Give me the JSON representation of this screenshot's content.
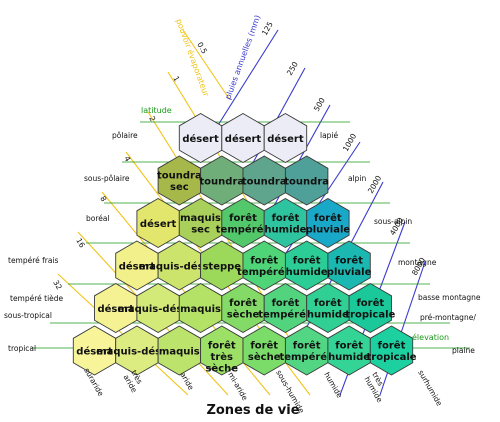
{
  "title": "Zones de vie",
  "axes": {
    "evap": "pouvoir évaporateur",
    "rain": "pluies annuelles (mm)",
    "latitude": "latitude",
    "elevation": "élevation"
  },
  "colors": {
    "evap_line": "#f0c419",
    "rain_line": "#3a3ad0",
    "green_label": "#1a9a1a",
    "hex_stroke": "#3a3a3a"
  },
  "evap_ticks": [
    "0.5",
    "1",
    "2",
    "4",
    "8",
    "16",
    "32"
  ],
  "rain_ticks": [
    "125",
    "250",
    "500",
    "1000",
    "2000",
    "4000",
    "8000"
  ],
  "latitude_zones": [
    "pôlaire",
    "sous-pôlaire",
    "boréal",
    "tempéré frais",
    "tempéré tiède",
    "sous-tropical",
    "tropical"
  ],
  "altitude_zones": [
    "lapié",
    "alpin",
    "sous-alpin",
    "montagne",
    "basse  montagne",
    "pré-montagne/",
    "plaine"
  ],
  "humidity_zones": [
    "suraride",
    "très aride",
    "aride",
    "mi-aride",
    "sous-humide",
    "humide",
    "très humide",
    "surhumide"
  ],
  "hex_rows": [
    [
      {
        "label": "désert",
        "color": "#ececf6"
      },
      {
        "label": "désert",
        "color": "#ececf6"
      },
      {
        "label": "désert",
        "color": "#ececf6"
      }
    ],
    [
      {
        "label": "toundra sec",
        "color": "#a6b84a"
      },
      {
        "label": "toundra",
        "color": "#6fae78"
      },
      {
        "label": "toundra",
        "color": "#5fa48c"
      },
      {
        "label": "toundra",
        "color": "#4fa098"
      }
    ],
    [
      {
        "label": "désert",
        "color": "#e3e66c"
      },
      {
        "label": "maquis sec",
        "color": "#a9d05a"
      },
      {
        "label": "forêt tempérée",
        "color": "#52c86a"
      },
      {
        "label": "forêt humide",
        "color": "#2fc4a0"
      },
      {
        "label": "forêt pluviale",
        "color": "#1aa8c8"
      }
    ],
    [
      {
        "label": "désert",
        "color": "#f2f08a"
      },
      {
        "label": "maquis-désert",
        "color": "#cce46c"
      },
      {
        "label": "steppe",
        "color": "#9cd85a"
      },
      {
        "label": "forêt tempérée",
        "color": "#50d478"
      },
      {
        "label": "forêt humide",
        "color": "#2ccc96"
      },
      {
        "label": "forêt pluviale",
        "color": "#1ab8b0"
      }
    ],
    [
      {
        "label": "désert",
        "color": "#f5f294"
      },
      {
        "label": "maquis-désert",
        "color": "#d4ea78"
      },
      {
        "label": "maquis",
        "color": "#b4e266"
      },
      {
        "label": "forêt sèche",
        "color": "#84da66"
      },
      {
        "label": "forêt tempérée",
        "color": "#52d47e"
      },
      {
        "label": "forêt humide",
        "color": "#30d094"
      },
      {
        "label": "forêt tropicale",
        "color": "#1ac89a"
      }
    ],
    [
      {
        "label": "désert",
        "color": "#f7f49a"
      },
      {
        "label": "maquis-désert",
        "color": "#dcec80"
      },
      {
        "label": "maquis",
        "color": "#bce46c"
      },
      {
        "label": "forêt très sèche",
        "color": "#9ce066"
      },
      {
        "label": "forêt sèche",
        "color": "#7cdc6a"
      },
      {
        "label": "forêt tempérée",
        "color": "#52d684"
      },
      {
        "label": "forêt humide",
        "color": "#34d496"
      },
      {
        "label": "forêt tropicale",
        "color": "#1cd0a0"
      }
    ]
  ]
}
